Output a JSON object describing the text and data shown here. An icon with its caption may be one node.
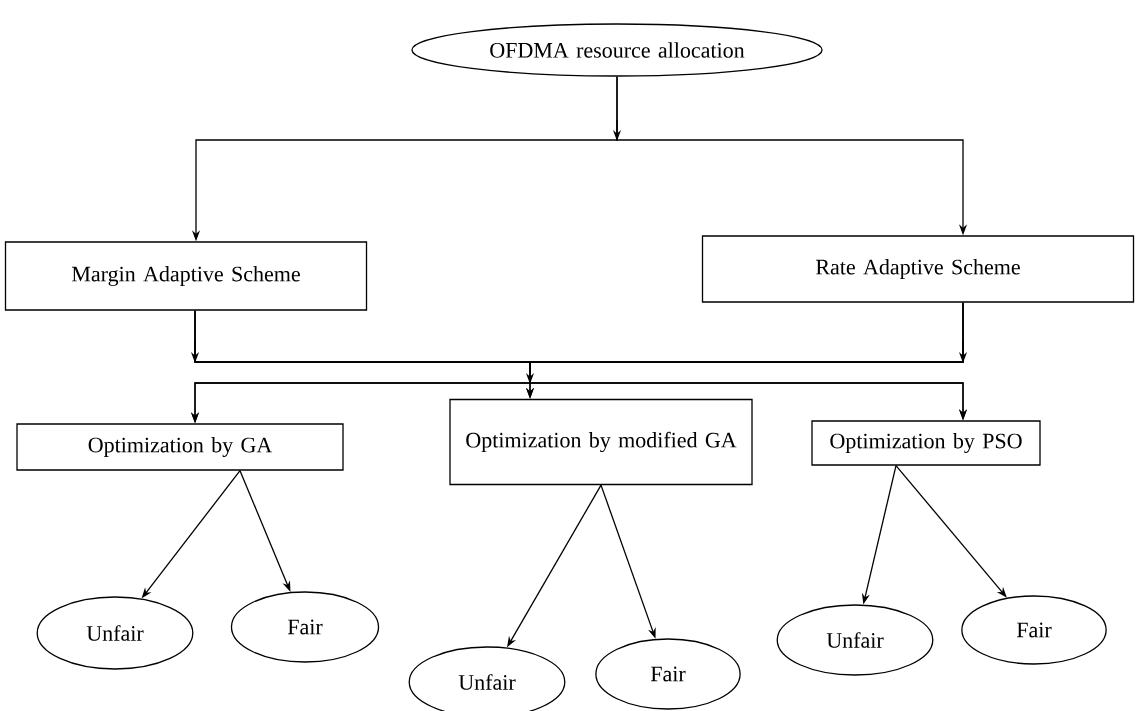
{
  "diagram": {
    "nodes": [
      {
        "text": [
          "OFDMA resource allocation"
        ]
      },
      {
        "text": [
          "Margin Adaptive Scheme"
        ]
      },
      {
        "text": [
          "Rate Adaptive Scheme"
        ]
      },
      {
        "text": [
          "Optimization by GA"
        ]
      },
      {
        "text": [
          "Optimization by modified GA"
        ]
      },
      {
        "text": [
          "Optimization by PSO"
        ]
      },
      {
        "text": [
          "Unfair"
        ]
      },
      {
        "text": [
          "Fair"
        ]
      },
      {
        "text": [
          "Unfair"
        ]
      },
      {
        "text": [
          "Fair"
        ]
      },
      {
        "text": [
          "Unfair"
        ]
      },
      {
        "text": [
          "Fair"
        ]
      }
    ],
    "edges": [
      {
        "from": 0,
        "to": 1,
        "arrow": "to"
      },
      {
        "from": 0,
        "to": 2,
        "arrow": "to"
      },
      {
        "from": 1,
        "to": 3,
        "arrow": "to"
      },
      {
        "from": 1,
        "to": 4,
        "arrow": "to"
      },
      {
        "from": 1,
        "to": 5,
        "arrow": "to"
      },
      {
        "from": 2,
        "to": 3,
        "arrow": "to"
      },
      {
        "from": 2,
        "to": 4,
        "arrow": "to"
      },
      {
        "from": 2,
        "to": 5,
        "arrow": "to"
      },
      {
        "from": 3,
        "to": 6,
        "arrow": "to"
      },
      {
        "from": 3,
        "to": 7,
        "arrow": "to"
      },
      {
        "from": 4,
        "to": 8,
        "arrow": "to"
      },
      {
        "from": 4,
        "to": 9,
        "arrow": "to"
      },
      {
        "from": 5,
        "to": 10,
        "arrow": "to"
      },
      {
        "from": 5,
        "to": 11,
        "arrow": "to"
      }
    ]
  }
}
